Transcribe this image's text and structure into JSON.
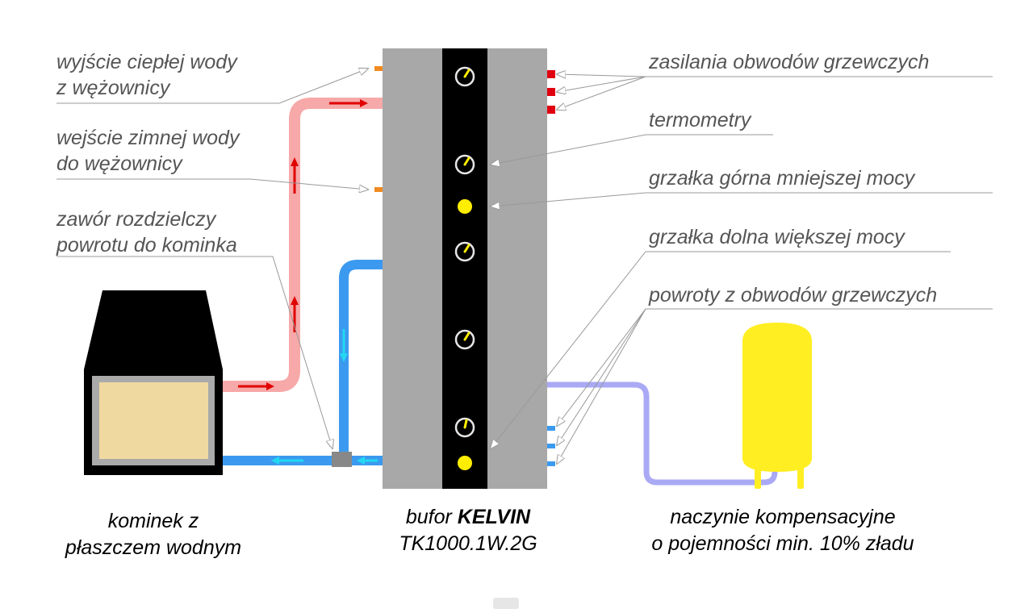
{
  "labels": {
    "hot_water_out": [
      "wyjście ciepłej wody",
      "z wężownicy"
    ],
    "cold_water_in": [
      "wejście zimnej wody",
      "do wężownicy"
    ],
    "return_valve": [
      "zawór rozdzielczy",
      "powrotu do kominka"
    ],
    "supply_circuits": "zasilania obwodów grzewczych",
    "thermometers": "termometry",
    "upper_heater": "grzałka górna mniejszej mocy",
    "lower_heater": "grzałka dolna większej mocy",
    "return_circuits": "powroty z obwodów grzewczych"
  },
  "captions": {
    "fireplace": [
      "kominek z",
      "płaszczem wodnym"
    ],
    "buffer_prefix": "bufor",
    "buffer_brand": "KELVIN",
    "buffer_model": "TK1000.1W.2G",
    "vessel": [
      "naczynie kompensacyjne",
      "o pojemności min. 10% zładu"
    ]
  },
  "colors": {
    "hot_pipe": "#f7a8a8",
    "cold_pipe": "#3b9af0",
    "return_pipe": "#a9a9f5",
    "arrow_red": "#e00000",
    "arrow_cyan": "#22d8f0",
    "tank": "#a8a8a8",
    "tank_stripe": "#000000",
    "heater": "#ffee00",
    "vessel": "#ffee22",
    "fireplace_body": "#000000",
    "fireplace_window": "#f0d9a0",
    "leader": "#999999"
  }
}
